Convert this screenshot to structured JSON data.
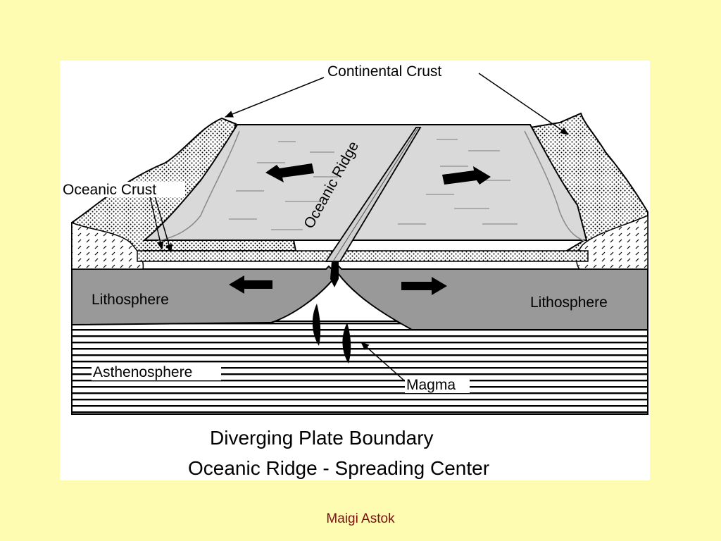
{
  "diagram": {
    "labels": {
      "continental_crust": "Continental Crust",
      "oceanic_ridge": "Oceanic Ridge",
      "oceanic_crust": "Oceanic Crust",
      "lithosphere_left": "Lithosphere",
      "lithosphere_right": "Lithosphere",
      "asthenosphere": "Asthenosphere",
      "magma": "Magma"
    },
    "caption": {
      "line1": "Diverging Plate Boundary",
      "line2": "Oceanic Ridge - Spreading Center"
    },
    "colors": {
      "sea_surface": "#d9d9d9",
      "lithosphere": "#999999",
      "background": "#fdfcb0",
      "author": "#7b1010"
    }
  },
  "footer": {
    "author": "Maigi Astok"
  }
}
